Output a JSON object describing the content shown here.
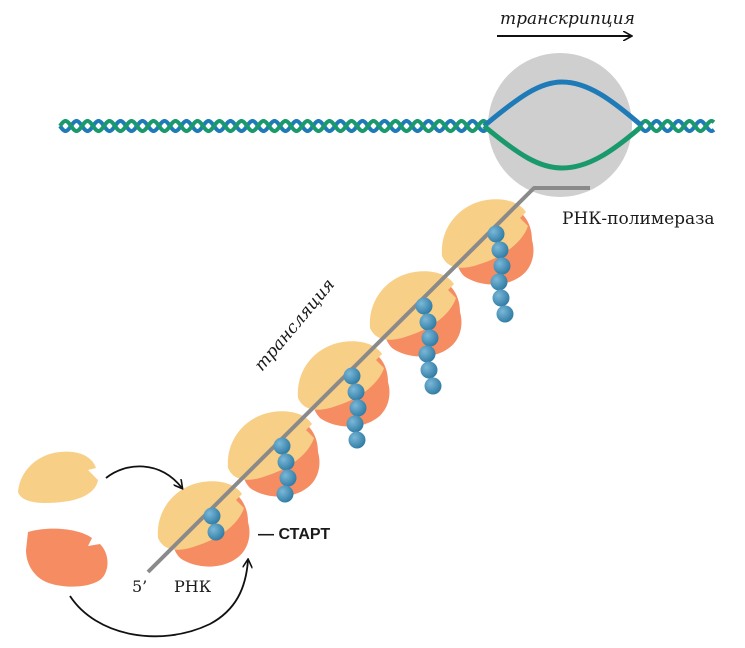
{
  "labels": {
    "transcription": "транскрипция",
    "translation": "трансляция",
    "rna_polymerase": "РНК-полимераза",
    "start": "— СТАРТ",
    "five_prime": "5’",
    "rna": "РНК"
  },
  "colors": {
    "dna_blue": "#1f7ab8",
    "dna_green": "#1a9a6c",
    "polymerase_gray": "#cfcfcf",
    "mrna_gray": "#8a8a8a",
    "small_subunit": "#f8cf86",
    "large_subunit": "#f58c62",
    "amino_acid": "#3f8fb8",
    "arrow": "#111111"
  },
  "ribosomes": [
    {
      "peptide_length": 2
    },
    {
      "peptide_length": 4
    },
    {
      "peptide_length": 5
    },
    {
      "peptide_length": 6
    },
    {
      "peptide_length": 6
    }
  ],
  "icons": {
    "transcription_arrow": "right-arrow-icon",
    "recycle_arrow_top": "curved-arrow-icon",
    "recycle_arrow_bottom": "curved-arrow-icon"
  }
}
